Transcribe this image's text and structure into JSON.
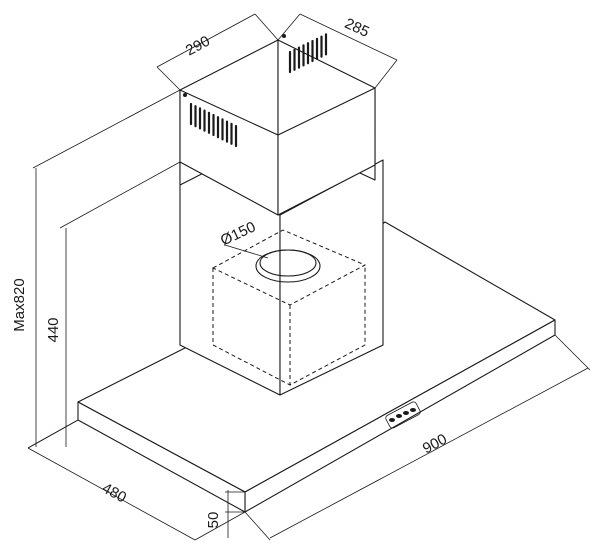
{
  "diagram": {
    "dimensions": {
      "chimney_width": "290",
      "chimney_depth": "285",
      "outlet_diameter": "Ø150",
      "max_height": "Max820",
      "chimney_height": "440",
      "hood_depth": "480",
      "hood_width": "900",
      "hood_thickness": "50"
    },
    "colors": {
      "line": "#1a1a1a",
      "background": "#ffffff"
    }
  }
}
